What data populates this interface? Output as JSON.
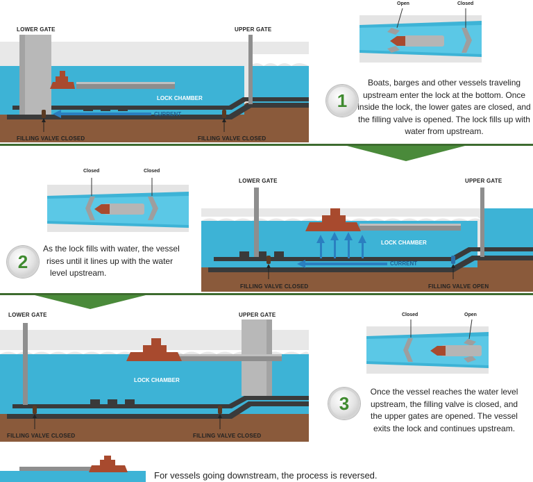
{
  "step1": {
    "number": "1",
    "description": "Boats, barges and other vessels traveling upstream enter the lock at the bottom. Once inside the lock, the lower gates are closed, and the filling valve is opened. The lock fills up with water from upstream.",
    "desc_lines": [
      "Boats, barges and other vessels traveling",
      "upstream enter the lock at the bottom. Once",
      "inside the lock, the lower gates are closed, and",
      "the filling valve is opened. The lock fills up with",
      "water from upstream."
    ],
    "lower_gate_label": "LOWER GATE",
    "upper_gate_label": "UPPER GATE",
    "chamber_label": "LOCK CHAMBER",
    "current_label": "CURRENT",
    "left_valve_label": "FILLING VALVE CLOSED",
    "right_valve_label": "FILLING VALVE CLOSED",
    "inset_left_label": "Open",
    "inset_right_label": "Closed"
  },
  "step2": {
    "number": "2",
    "description": "As the lock fills with water, the vessel rises until it lines up with the water level upstream.",
    "desc_lines": [
      "As the lock fills with water, the vessel",
      "rises until it lines up with the water",
      "level upstream."
    ],
    "lower_gate_label": "LOWER GATE",
    "upper_gate_label": "UPPER GATE",
    "chamber_label": "LOCK CHAMBER",
    "current_label": "CURRENT",
    "left_valve_label": "FILLING VALVE CLOSED",
    "right_valve_label": "FILLING VALVE OPEN",
    "inset_left_label": "Closed",
    "inset_right_label": "Closed"
  },
  "step3": {
    "number": "3",
    "description": "Once the vessel reaches the water level upstream, the filling valve is closed, and the upper gates are opened. The vessel exits the lock and continues upstream.",
    "desc_lines": [
      "Once the vessel reaches the water level",
      "upstream, the filling valve is closed, and",
      "the upper gates are opened. The vessel",
      "exits the lock and continues upstream."
    ],
    "lower_gate_label": "LOWER GATE",
    "upper_gate_label": "UPPER GATE",
    "chamber_label": "LOCK CHAMBER",
    "left_valve_label": "FILLING VALVE CLOSED",
    "right_valve_label": "FILLING VALVE CLOSED",
    "inset_left_label": "Closed",
    "inset_right_label": "Open"
  },
  "footer": {
    "note": "For vessels going downstream, the process is reversed."
  },
  "colors": {
    "water": "#3db3d6",
    "water_light": "#5bc8e6",
    "earth": "#8a5a3b",
    "concrete": "#3a3a3a",
    "gate": "#b8b8b8",
    "boat": "#a84a2e",
    "green_band": "#4a8a3a",
    "panel": "#e6e6e6"
  }
}
